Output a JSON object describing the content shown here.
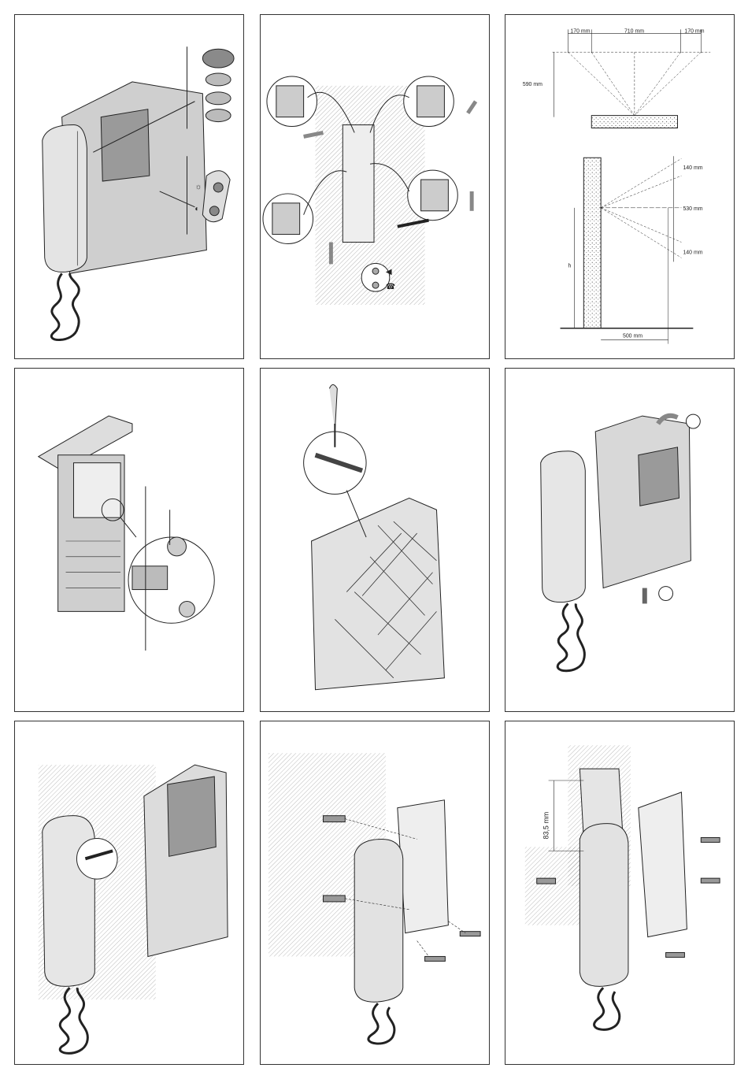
{
  "panel3": {
    "dims": {
      "top_left": "170 mm",
      "top_mid": "710 mm",
      "top_right": "170 mm",
      "top_height": "590 mm",
      "side_upper": "140 mm",
      "side_mid": "530 mm",
      "side_lower": "140 mm",
      "side_h": "h",
      "side_bottom": "500 mm"
    }
  },
  "panel9": {
    "dims": {
      "box_height": "83,5 mm"
    }
  },
  "colors": {
    "line": "#222222",
    "fill_light": "#d8d8d8",
    "fill_mid": "#bdbdbd",
    "fill_dark": "#8a8a8a"
  }
}
